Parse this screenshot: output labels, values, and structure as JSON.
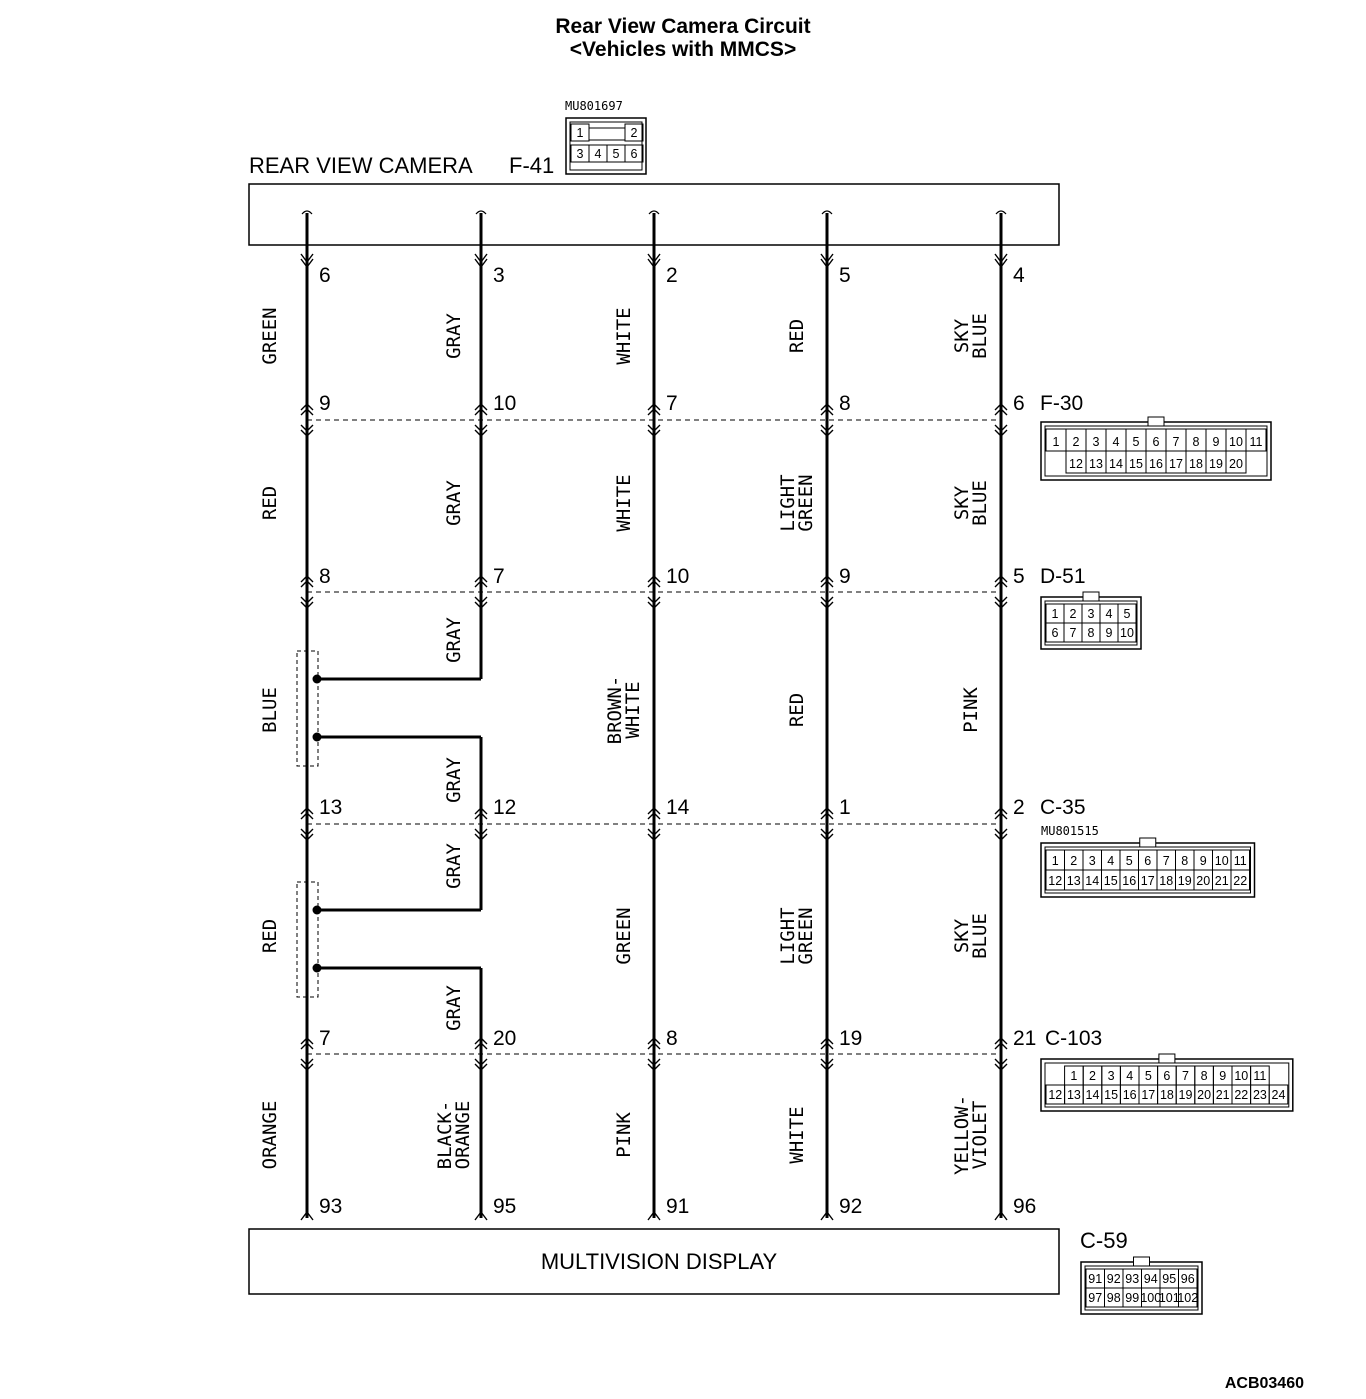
{
  "title": {
    "line1": "Rear View Camera Circuit",
    "line2": "<Vehicles with MMCS>"
  },
  "figure_code": "ACB03460",
  "top_component": {
    "name": "REAR VIEW CAMERA",
    "connector": "F-41",
    "part_no": "MU801697",
    "cells": [
      "1",
      "2",
      "3",
      "4",
      "5",
      "6"
    ]
  },
  "bottom_component": {
    "name": "MULTIVISION DISPLAY",
    "connector": "C-59"
  },
  "wires": [
    {
      "id": "w1",
      "pins": [
        "6",
        "9",
        "8",
        "13",
        "7",
        "93"
      ],
      "colors": [
        [
          "GREEN"
        ],
        [
          "RED"
        ],
        [
          "BLUE"
        ],
        [
          "RED"
        ],
        [
          "ORANGE"
        ]
      ]
    },
    {
      "id": "w2",
      "pins": [
        "3",
        "10",
        "7",
        "12",
        "20",
        "95"
      ],
      "colors": [
        [
          "GRAY"
        ],
        [
          "GRAY"
        ],
        [
          "GRAY"
        ],
        [
          "GRAY"
        ],
        [
          "GRAY"
        ],
        [
          "GRAY"
        ],
        [
          "BLACK-",
          "ORANGE"
        ]
      ]
    },
    {
      "id": "w3",
      "pins": [
        "2",
        "7",
        "10",
        "14",
        "8",
        "91"
      ],
      "colors": [
        [
          "WHITE"
        ],
        [
          "WHITE"
        ],
        [
          "BROWN-",
          "WHITE"
        ],
        [
          "GREEN"
        ],
        [
          "PINK"
        ]
      ]
    },
    {
      "id": "w4",
      "pins": [
        "5",
        "8",
        "9",
        "1",
        "19",
        "92"
      ],
      "colors": [
        [
          "RED"
        ],
        [
          "LIGHT",
          "GREEN"
        ],
        [
          "RED"
        ],
        [
          "LIGHT",
          "GREEN"
        ],
        [
          "WHITE"
        ]
      ]
    },
    {
      "id": "w5",
      "pins": [
        "4",
        "6",
        "5",
        "2",
        "21",
        "96"
      ],
      "colors": [
        [
          "SKY",
          "BLUE"
        ],
        [
          "SKY",
          "BLUE"
        ],
        [
          "PINK"
        ],
        [
          "SKY",
          "BLUE"
        ],
        [
          "YELLOW-",
          "VIOLET"
        ]
      ]
    }
  ],
  "connectors": [
    {
      "id": "F-30",
      "rows": [
        [
          "1",
          "2",
          "3",
          "4",
          "5",
          "6",
          "7",
          "8",
          "9",
          "10",
          "11"
        ],
        [
          "12",
          "13",
          "14",
          "15",
          "16",
          "17",
          "18",
          "19",
          "20"
        ]
      ]
    },
    {
      "id": "D-51",
      "rows": [
        [
          "1",
          "2",
          "3",
          "4",
          "5"
        ],
        [
          "6",
          "7",
          "8",
          "9",
          "10"
        ]
      ]
    },
    {
      "id": "C-35",
      "part_no": "MU801515",
      "rows": [
        [
          "1",
          "2",
          "3",
          "4",
          "5",
          "6",
          "7",
          "8",
          "9",
          "10",
          "11"
        ],
        [
          "12",
          "13",
          "14",
          "15",
          "16",
          "17",
          "18",
          "19",
          "20",
          "21",
          "22"
        ]
      ]
    },
    {
      "id": "C-103",
      "rows": [
        [
          "1",
          "2",
          "3",
          "4",
          "5",
          "6",
          "7",
          "8",
          "9",
          "10",
          "11"
        ],
        [
          "12",
          "13",
          "14",
          "15",
          "16",
          "17",
          "18",
          "19",
          "20",
          "21",
          "22",
          "23",
          "24"
        ]
      ]
    },
    {
      "id": "C-59",
      "rows": [
        [
          "91",
          "92",
          "93",
          "94",
          "95",
          "96"
        ],
        [
          "97",
          "98",
          "99",
          "100",
          "101",
          "102"
        ]
      ]
    }
  ]
}
